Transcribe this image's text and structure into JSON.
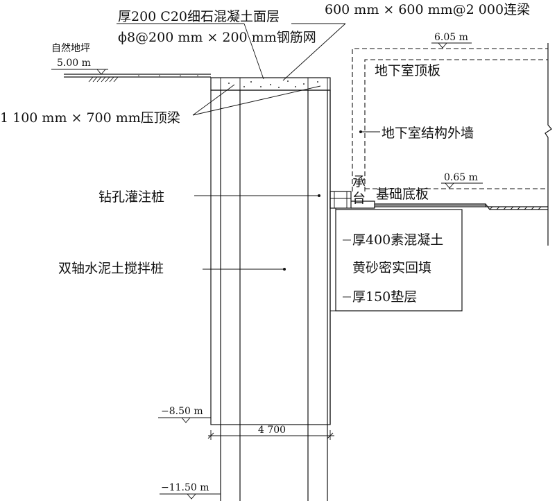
{
  "labels": {
    "slab_layer": "厚200 C20细石混凝土面层",
    "mesh": "ϕ8@200 mm × 200 mm钢筋网",
    "tie_beam": "600 mm × 600 mm@2 000连梁",
    "natural_ground": "自然地坪",
    "crown_beam": "1 100 mm × 700 mm压顶梁",
    "bored_pile": "钻孔灌注桩",
    "mixing_pile": "双轴水泥土搅拌桩",
    "basement_roof": "地下室顶板",
    "basement_wall": "地下室结构外墙",
    "pile_cap_1": "承",
    "pile_cap_2": "台",
    "base_slab": "基础底板",
    "plain_concrete": "厚400素混凝土",
    "sand_backfill": "黄砂密实回填",
    "cushion": "厚150垫层"
  },
  "elevations": {
    "ground": "5.00 m",
    "roof": "6.05 m",
    "base": "0.65 m",
    "mixing_bottom": "−8.50 m",
    "pile_bottom": "−11.50 m"
  },
  "dimensions": {
    "width": "4 700"
  }
}
